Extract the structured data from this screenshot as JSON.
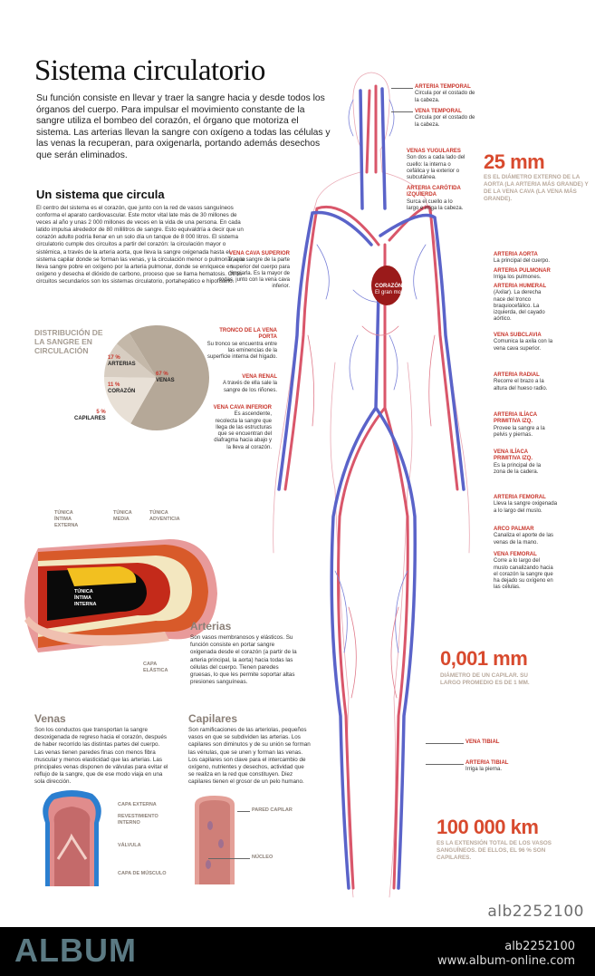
{
  "title": "Sistema circulatorio",
  "intro": "Su función consiste en llevar y traer la sangre hacia y desde todos los órganos del cuerpo. Para impulsar el movimiento constante de la sangre utiliza el bombeo del corazón, el órgano que motoriza el sistema. Las arterias llevan la sangre con oxígeno a todas las células y las venas la recuperan, para oxigenarla, portando además desechos que serán eliminados.",
  "section1": {
    "heading": "Un sistema que circula",
    "text": "El centro del sistema es el corazón, que junto con la red de vasos sanguíneos conforma el aparato cardiovascular. Este motor vital late más de 30 millones de veces al año y unas 2 000 millones de veces en la vida de una persona. En cada latido impulsa alrededor de 80 mililitros de sangre. Esto equivaldría a decir que un corazón adulto podría llenar en un solo día un tanque de 8 000 litros. El sistema circulatorio cumple dos circuitos a partir del corazón: la circulación mayor o sistémica, a través de la arteria aorta, que lleva la sangre oxigenada hasta el sistema capilar donde se forman las venas, y la circulación menor o pulmonar, que lleva sangre pobre en oxígeno por la arteria pulmonar, donde se enriquece en oxígeno y desecha el dióxido de carbono, proceso que se llama hematosis. Otros circuitos secundarios son los sistemas circulatorio, portahepático e hipofisario."
  },
  "chart_data": {
    "type": "pie",
    "title": "DISTRIBUCIÓN DE LA SANGRE EN CIRCULACIÓN",
    "categories": [
      "VENAS",
      "ARTERIAS",
      "CORAZÓN",
      "CAPILARES"
    ],
    "values": [
      67,
      17,
      11,
      5
    ],
    "labels": [
      "67 %",
      "17 %",
      "11 %",
      "5 %"
    ],
    "colors": [
      "#b5a898",
      "#e8e0d6",
      "#d7cdc1",
      "#c4b8a9"
    ]
  },
  "artery_diagram": {
    "labels": [
      "TÚNICA ÍNTIMA EXTERNA",
      "TÚNICA MEDIA",
      "TÚNICA ADVENTICIA",
      "TÚNICA ÍNTIMA INTERNA",
      "CAPA ELÁSTICA"
    ]
  },
  "arterias": {
    "heading": "Arterias",
    "text": "Son vasos membranosos y elásticos. Su función consiste en portar sangre oxigenada desde el corazón (a partir de la arteria principal, la aorta) hacia todas las células del cuerpo. Tienen paredes gruesas, lo que les permite soportar altas presiones sanguíneas."
  },
  "venas": {
    "heading": "Venas",
    "text": "Son los conductos que transportan la sangre desoxigenada de regreso hacia el corazón, después de haber recorrido las distintas partes del cuerpo. Las venas tienen paredes finas con menos fibra muscular y menos elasticidad que las arterias. Las principales venas disponen de válvulas para evitar el reflujo de la sangre, que de ese modo viaja en una sola dirección.",
    "labels": [
      "CAPA EXTERNA",
      "REVESTIMIENTO INTERNO",
      "VÁLVULA",
      "CAPA DE MÚSCULO"
    ]
  },
  "capilares": {
    "heading": "Capilares",
    "text": "Son ramificaciones de las arteriolas, pequeños vasos en que se subdividen las arterias. Los capilares son diminutos y de su unión se forman las vénulas, que se unen y forman las venas. Los capilares son clave para el intercambio de oxígeno, nutrientes y desechos, actividad que se realiza en la red que constituyen. Diez capilares tienen el grosor de un pelo humano.",
    "labels": [
      "PARED CAPILAR",
      "NÚCLEO"
    ]
  },
  "body_labels": {
    "arteria_temporal": {
      "t": "Arteria temporal",
      "d": "Circula por el costado de la cabeza."
    },
    "vena_temporal": {
      "t": "Vena temporal",
      "d": "Circula por el costado de la cabeza."
    },
    "venas_yugulares": {
      "t": "Venas yugulares",
      "d": "Son dos a cada lado del cuello: la interna o cefálica y la exterior o subcutánea."
    },
    "carotida": {
      "t": "Arteria carótida izquierda",
      "d": "Surca el cuello a lo largo e irriga la cabeza."
    },
    "cava_sup": {
      "t": "Vena cava superior",
      "d": "Trae la sangre de la parte superior del cuerpo para limpiarla. Es la mayor de todas, junto con la vena cava inferior."
    },
    "porta": {
      "t": "Tronco de la vena porta",
      "d": "Su tronco se encuentra entre las eminencias de la superficie interna del hígado."
    },
    "renal": {
      "t": "Vena renal",
      "d": "A través de ella sale la sangre de los riñones."
    },
    "cava_inf": {
      "t": "Vena cava inferior",
      "d": "Es ascendente, recolecta la sangre que llega de las estructuras que se encuentran del diafragma hacia abajo y la lleva al corazón."
    },
    "corazon": {
      "t": "Corazón",
      "d": "El gran motor."
    },
    "aorta": {
      "t": "Arteria aorta",
      "d": "La principal del cuerpo."
    },
    "pulmonar": {
      "t": "Arteria pulmonar",
      "d": "Irriga los pulmones."
    },
    "humeral": {
      "t": "Arteria humeral",
      "d": "(Axilar). La derecha nace del tronco braquiocefálico. La izquierda, del cayado aórtico."
    },
    "subclavia": {
      "t": "Vena subclavia",
      "d": "Comunica la axila con la vena cava superior."
    },
    "radial": {
      "t": "Arteria radial",
      "d": "Recorre el brazo a la altura del hueso radio."
    },
    "iliaca_art": {
      "t": "Arteria ilíaca primitiva izq.",
      "d": "Provee la sangre a la pelvis y piernas."
    },
    "iliaca_vena": {
      "t": "Vena ilíaca primitiva izq.",
      "d": "Es la principal de la zona de la cadera."
    },
    "femoral_art": {
      "t": "Arteria femoral",
      "d": "Lleva la sangre oxigenada a lo largo del muslo."
    },
    "palmar": {
      "t": "Arco palmar",
      "d": "Canaliza el aporte de las venas de la mano."
    },
    "femoral_vena": {
      "t": "Vena femoral",
      "d": "Corre a lo largo del muslo canalizando hacia el corazón la sangre que ha dejado su oxígeno en las células."
    },
    "tibial_vena": {
      "t": "Vena tibial",
      "d": ""
    },
    "tibial_art": {
      "t": "Arteria tibial",
      "d": "Irriga la pierna."
    }
  },
  "facts": [
    {
      "value": "25 mm",
      "text": "Es el diámetro externo de la aorta (la arteria más grande) y de la vena cava (la vena más grande)."
    },
    {
      "value": "0,001 mm",
      "text": "Diámetro de un capilar. Su largo promedio es de 1 mm."
    },
    {
      "value": "100 000 km",
      "text": "Es la extensión total de los vasos sanguíneos. De ellos, el 96 % son capilares."
    }
  ],
  "watermark": "alb2252100",
  "footer": {
    "logo": "ALBUM",
    "id": "alb2252100",
    "url": "www.album-online.com"
  },
  "colors": {
    "artery": "#d9566a",
    "vein": "#5a63c9",
    "accent": "#c8342a"
  }
}
